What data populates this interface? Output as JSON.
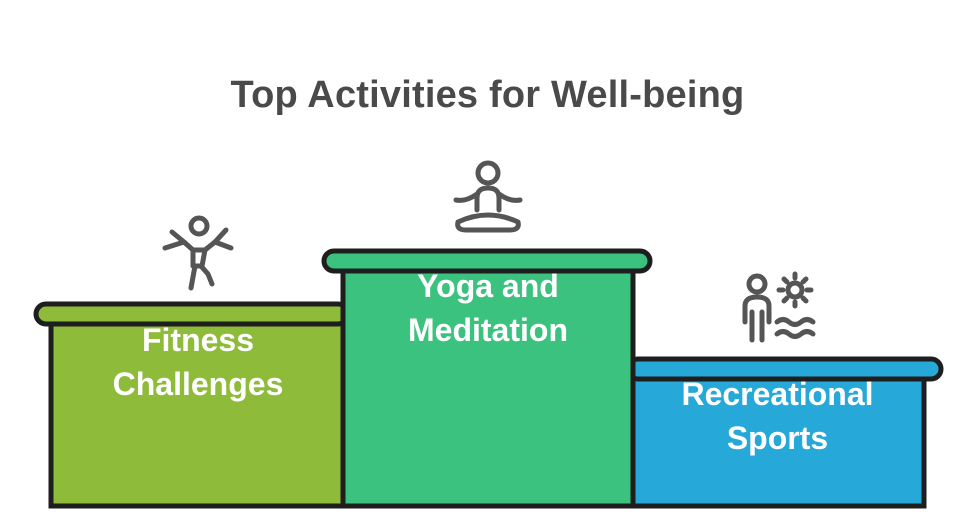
{
  "title": "Top Activities for Well-being",
  "steps": [
    {
      "label_line1": "Fitness",
      "label_line2": "Challenges",
      "color": "#8ebb3a",
      "icon": "celebrating-person-icon"
    },
    {
      "label_line1": "Yoga and",
      "label_line2": "Meditation",
      "color": "#3cc27f",
      "icon": "meditation-icon"
    },
    {
      "label_line1": "Recreational",
      "label_line2": "Sports",
      "color": "#26a8d8",
      "icon": "beach-person-sun-icon"
    }
  ]
}
